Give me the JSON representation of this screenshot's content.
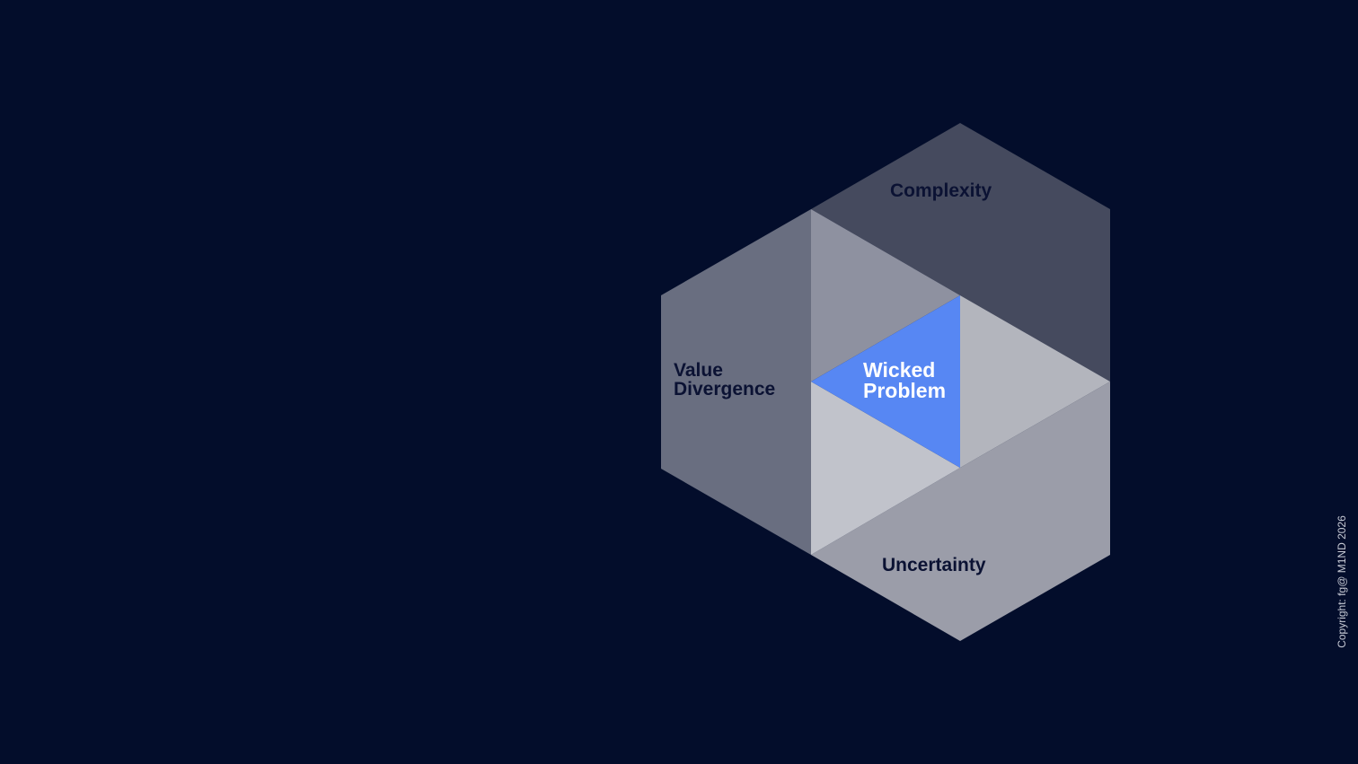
{
  "diagram": {
    "center": {
      "line1": "Wicked",
      "line2": "Problem"
    },
    "segments": {
      "top": "Complexity",
      "left": {
        "line1": "Value",
        "line2": "Divergence"
      },
      "bottom": "Uncertainty"
    }
  },
  "colors": {
    "background": "#030d2b",
    "center": "#5787f3",
    "complexity": "#454a5e",
    "value_divergence": "#696e80",
    "uncertainty": "#9b9da9",
    "inner_top_left": "#8e91a0",
    "inner_right": "#b3b5bd",
    "inner_bottom": "#c1c3cb"
  },
  "footer": {
    "copyright": "Copyright: fg@ M1ND 2026"
  }
}
